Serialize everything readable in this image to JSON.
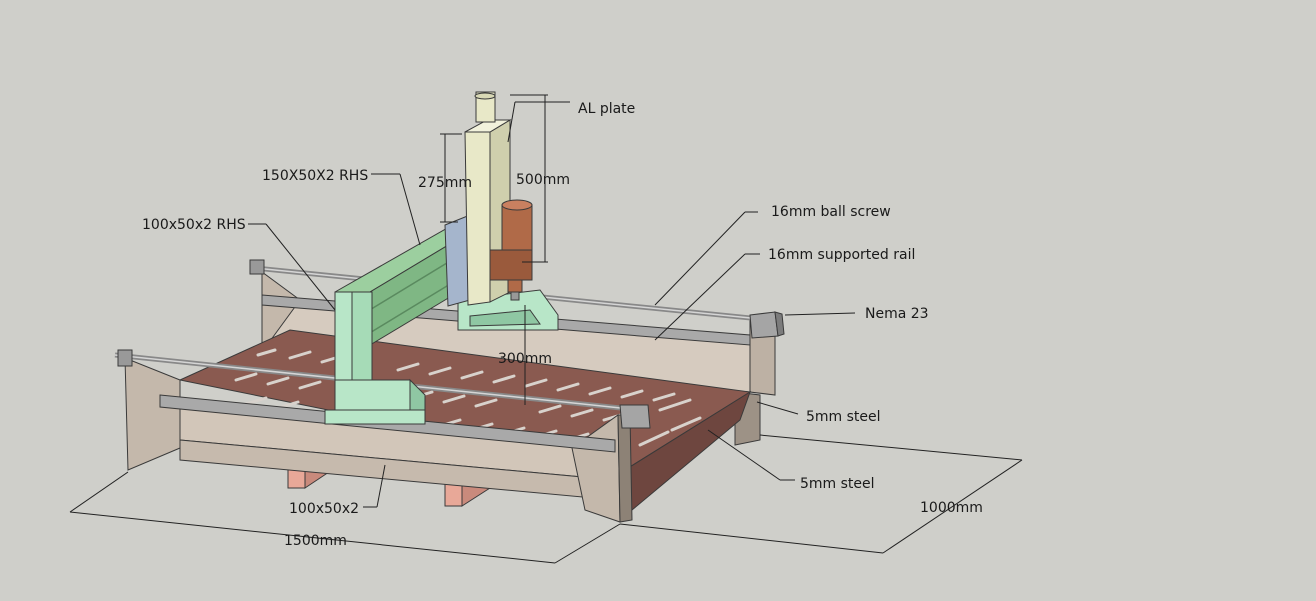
{
  "title": "CNC router 3D model with annotations",
  "annotations": {
    "al_plate": "AL plate",
    "rhs_150": "150X50X2 RHS",
    "dim_275": "275mm",
    "dim_500": "500mm",
    "rhs_100": "100x50x2 RHS",
    "ball_screw": "16mm ball screw",
    "supported_rail": "16mm supported rail",
    "nema": "Nema 23",
    "dim_300": "300mm",
    "steel_side": "5mm steel",
    "steel_bed": "5mm steel",
    "leg": "100x50x2",
    "dim_1000": "1000mm",
    "dim_1500": "1500mm"
  },
  "colors": {
    "background": "#cfcfca",
    "frame": "#c4b8ab",
    "frame_dark": "#a0958a",
    "bed": "#8a5a50",
    "bed_slot": "#d8d2cc",
    "gantry": "#b8e6c8",
    "gantry_dark": "#8fc7a3",
    "beam_green": "#9ccf9f",
    "z_column": "#e8e8c8",
    "spindle": "#b06a48",
    "legs": "#e8a898",
    "rail": "#9a9a9a"
  }
}
